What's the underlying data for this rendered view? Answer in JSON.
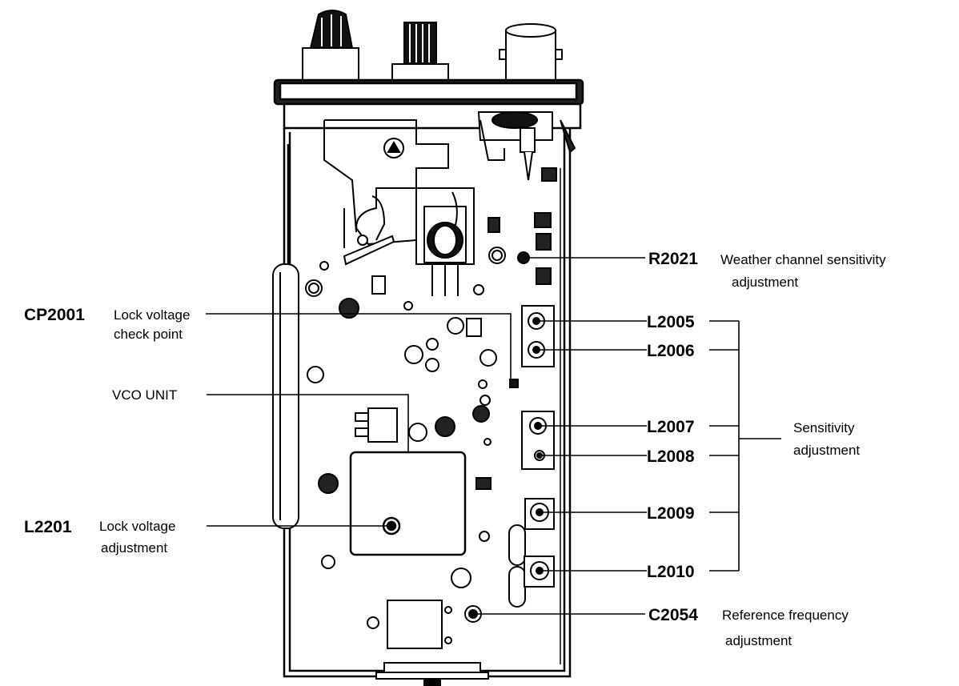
{
  "callouts": {
    "r2021": {
      "code": "R2021",
      "desc_line1": "Weather channel sensitivity",
      "desc_line2": "adjustment"
    },
    "cp2001": {
      "code": "CP2001",
      "desc_line1": "Lock voltage",
      "desc_line2": "check point"
    },
    "vco": {
      "label": "VCO UNIT"
    },
    "l2201": {
      "code": "L2201",
      "desc_line1": "Lock voltage",
      "desc_line2": "adjustment"
    },
    "l2005": {
      "code": "L2005"
    },
    "l2006": {
      "code": "L2006"
    },
    "l2007": {
      "code": "L2007"
    },
    "l2008": {
      "code": "L2008"
    },
    "l2009": {
      "code": "L2009"
    },
    "l2010": {
      "code": "L2010"
    },
    "sensitivity": {
      "desc_line1": "Sensitivity",
      "desc_line2": "adjustment"
    },
    "c2054": {
      "code": "C2054",
      "desc_line1": "Reference frequency",
      "desc_line2": "adjustment"
    }
  }
}
